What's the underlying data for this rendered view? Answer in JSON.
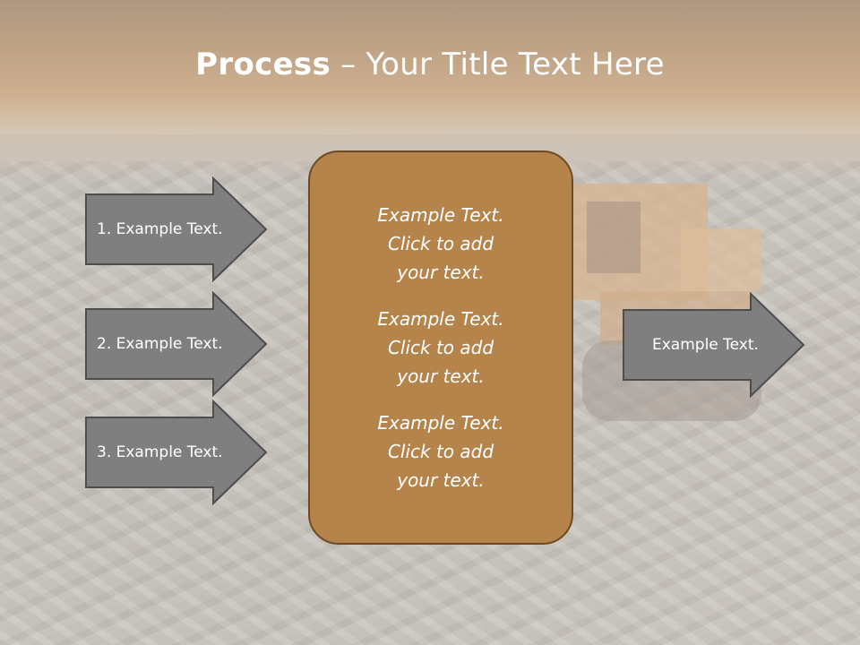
{
  "title": {
    "bold": "Process",
    "rest": " – Your Title Text Here"
  },
  "left_arrows": [
    {
      "label": "1. Example Text."
    },
    {
      "label": "2. Example Text."
    },
    {
      "label": "3. Example Text."
    }
  ],
  "center_box": {
    "blocks": [
      {
        "lines": [
          "Example Text.",
          "Click  to add",
          "your text."
        ]
      },
      {
        "lines": [
          "Example Text.",
          "Click  to add",
          "your text."
        ]
      },
      {
        "lines": [
          "Example Text.",
          "Click  to add",
          "your text."
        ]
      }
    ]
  },
  "right_arrow": {
    "label": "Example Text."
  },
  "colors": {
    "arrow_fill": "#7f7f7f",
    "arrow_stroke": "#4d4d4d",
    "box_fill": "#b5844b",
    "box_stroke": "#6e4a22",
    "header_brown": "#8a5d32"
  }
}
